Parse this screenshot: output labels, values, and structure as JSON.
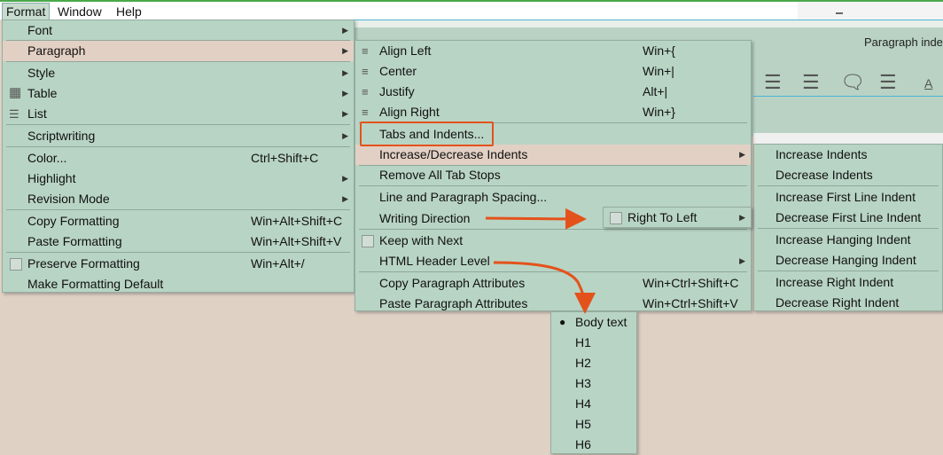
{
  "menubar": {
    "items": [
      {
        "label": "Format",
        "u": "r"
      },
      {
        "label": "Window",
        "u": "W"
      },
      {
        "label": "Help",
        "u": "H"
      }
    ],
    "right_label": "Paragraph inde"
  },
  "format_menu": {
    "font": "Font",
    "paragraph": "Paragraph",
    "style": "Style",
    "table": "Table",
    "list": "List",
    "scriptwriting": "Scriptwriting",
    "color": "Color...",
    "color_sc": "Ctrl+Shift+C",
    "highlight": "Highlight",
    "revision": "Revision Mode",
    "copy_fmt": "Copy Formatting",
    "copy_fmt_sc": "Win+Alt+Shift+C",
    "paste_fmt": "Paste Formatting",
    "paste_fmt_sc": "Win+Alt+Shift+V",
    "preserve": "Preserve Formatting",
    "preserve_sc": "Win+Alt+/",
    "make_default": "Make Formatting Default"
  },
  "paragraph_menu": {
    "align_left": "Align Left",
    "align_left_sc": "Win+{",
    "center": "Center",
    "center_sc": "Win+|",
    "justify": "Justify",
    "justify_sc": "Alt+|",
    "align_right": "Align Right",
    "align_right_sc": "Win+}",
    "tabs": "Tabs and Indents...",
    "incdec": "Increase/Decrease Indents",
    "remove_tabs": "Remove All Tab Stops",
    "spacing": "Line and Paragraph Spacing...",
    "writing_dir": "Writing Direction",
    "keep_next": "Keep with Next",
    "html_header": "HTML Header Level",
    "copy_para": "Copy Paragraph Attributes",
    "copy_para_sc": "Win+Ctrl+Shift+C",
    "paste_para": "Paste Paragraph Attributes",
    "paste_para_sc": "Win+Ctrl+Shift+V"
  },
  "indents_menu": {
    "inc": "Increase Indents",
    "dec": "Decrease Indents",
    "inc_first": "Increase First Line Indent",
    "dec_first": "Decrease First Line Indent",
    "inc_hang": "Increase Hanging Indent",
    "dec_hang": "Decrease Hanging Indent",
    "inc_right": "Increase Right Indent",
    "dec_right": "Decrease Right Indent"
  },
  "writing_dir_menu": {
    "rtl": "Right To Left"
  },
  "header_menu": {
    "items": [
      "Body text",
      "H1",
      "H2",
      "H3",
      "H4",
      "H5",
      "H6"
    ],
    "selected": "Body text"
  },
  "colors": {
    "accent": "#e4521b",
    "menu_bg": "#b8d4c4",
    "highlight": "#e2d0c4"
  }
}
